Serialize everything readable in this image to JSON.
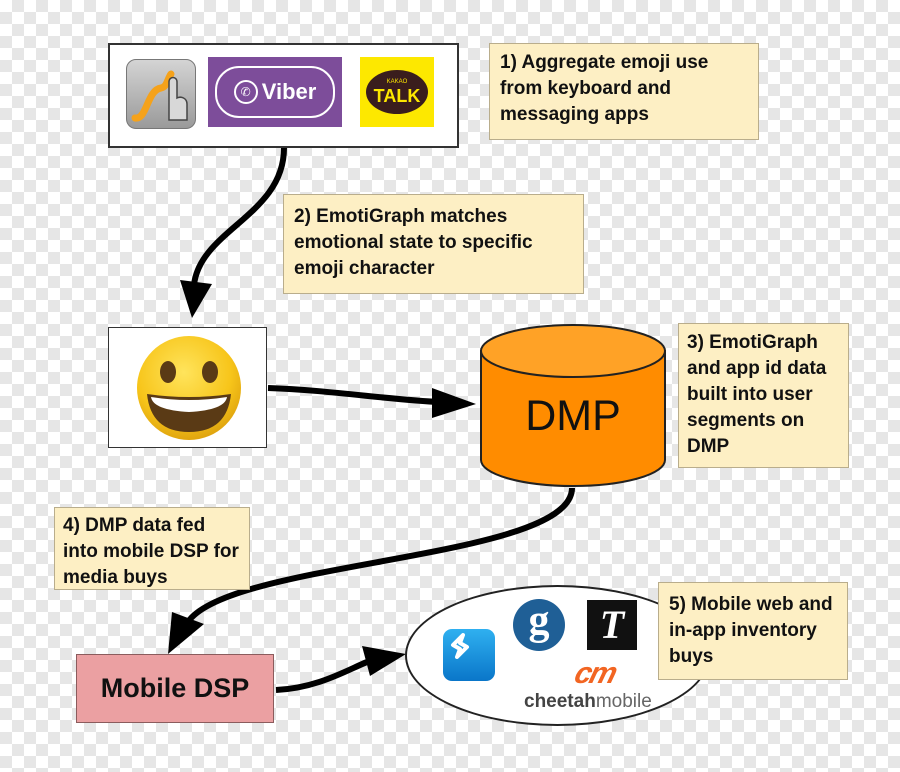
{
  "notes": {
    "step1": "1) Aggregate emoji use from keyboard and messaging apps",
    "step2": "2) EmotiGraph matches emotional state to specific emoji character",
    "step3": "3) EmotiGraph and app id data built into user segments on DMP",
    "step4": "4) DMP data fed into mobile DSP for media buys",
    "step5": "5) Mobile web and in-app inventory buys"
  },
  "apps": {
    "viber_label": "Viber",
    "kakao_small": "KAKAO",
    "kakao_talk": "TALK"
  },
  "dmp_label": "DMP",
  "dsp_label": "Mobile DSP",
  "publishers": {
    "guardian": "g",
    "nyt": "T",
    "cheetah_mark": "cm",
    "cheetah_name_a": "cheetah",
    "cheetah_name_b": "mobile"
  },
  "colors": {
    "note_bg": "#fdefc4",
    "dmp_orange": "#ff8c00",
    "dsp_pink": "#eba0a2",
    "viber_purple": "#7d4d9a",
    "kakao_yellow": "#fde800"
  }
}
